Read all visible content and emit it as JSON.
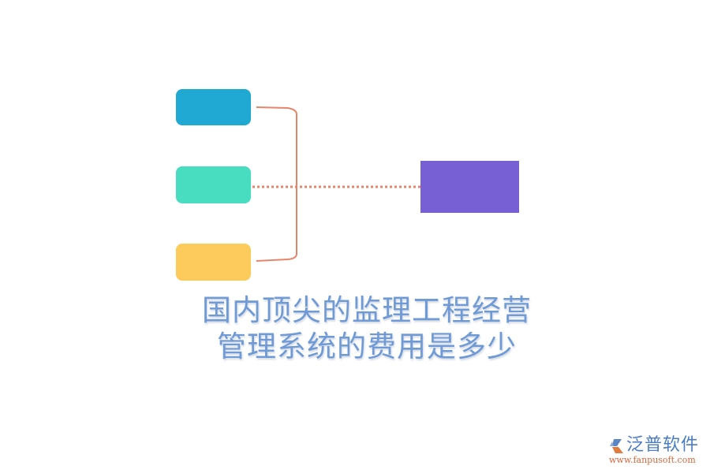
{
  "diagram": {
    "source_boxes": [
      {
        "id": "box-1",
        "label": "",
        "color": "#1EA8D2"
      },
      {
        "id": "box-2",
        "label": "",
        "color": "#48DCC0"
      },
      {
        "id": "box-3",
        "label": "",
        "color": "#FDCB5C"
      }
    ],
    "target_box": {
      "label": "",
      "color": "#775FD4"
    },
    "connector_color": "#E8846A"
  },
  "title": {
    "line1": "国内顶尖的监理工程经营",
    "line2": "管理系统的费用是多少",
    "color": "#6F9AD6"
  },
  "logo": {
    "name": "泛普软件",
    "url": "www.fanpusoft.com",
    "name_color": "#4A7CC4",
    "url_color": "#D9663A"
  }
}
